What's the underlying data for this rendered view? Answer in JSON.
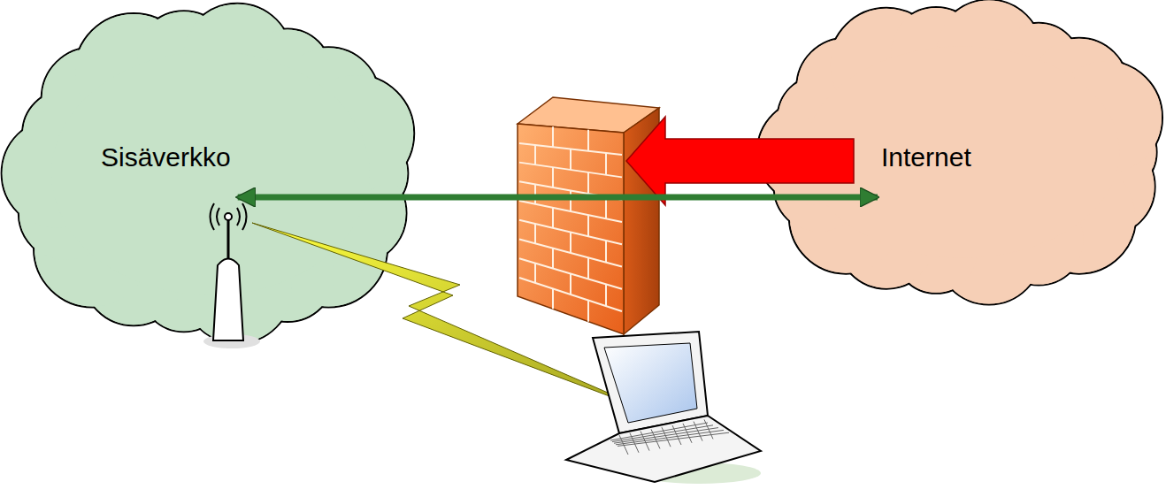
{
  "diagram": {
    "nodes": [
      {
        "text": [
          "Sisäverkko"
        ]
      },
      {
        "text": [
          "Internet"
        ]
      }
    ],
    "edges": [
      {
        "from": 0,
        "to": 1,
        "arrow": "both"
      }
    ]
  }
}
